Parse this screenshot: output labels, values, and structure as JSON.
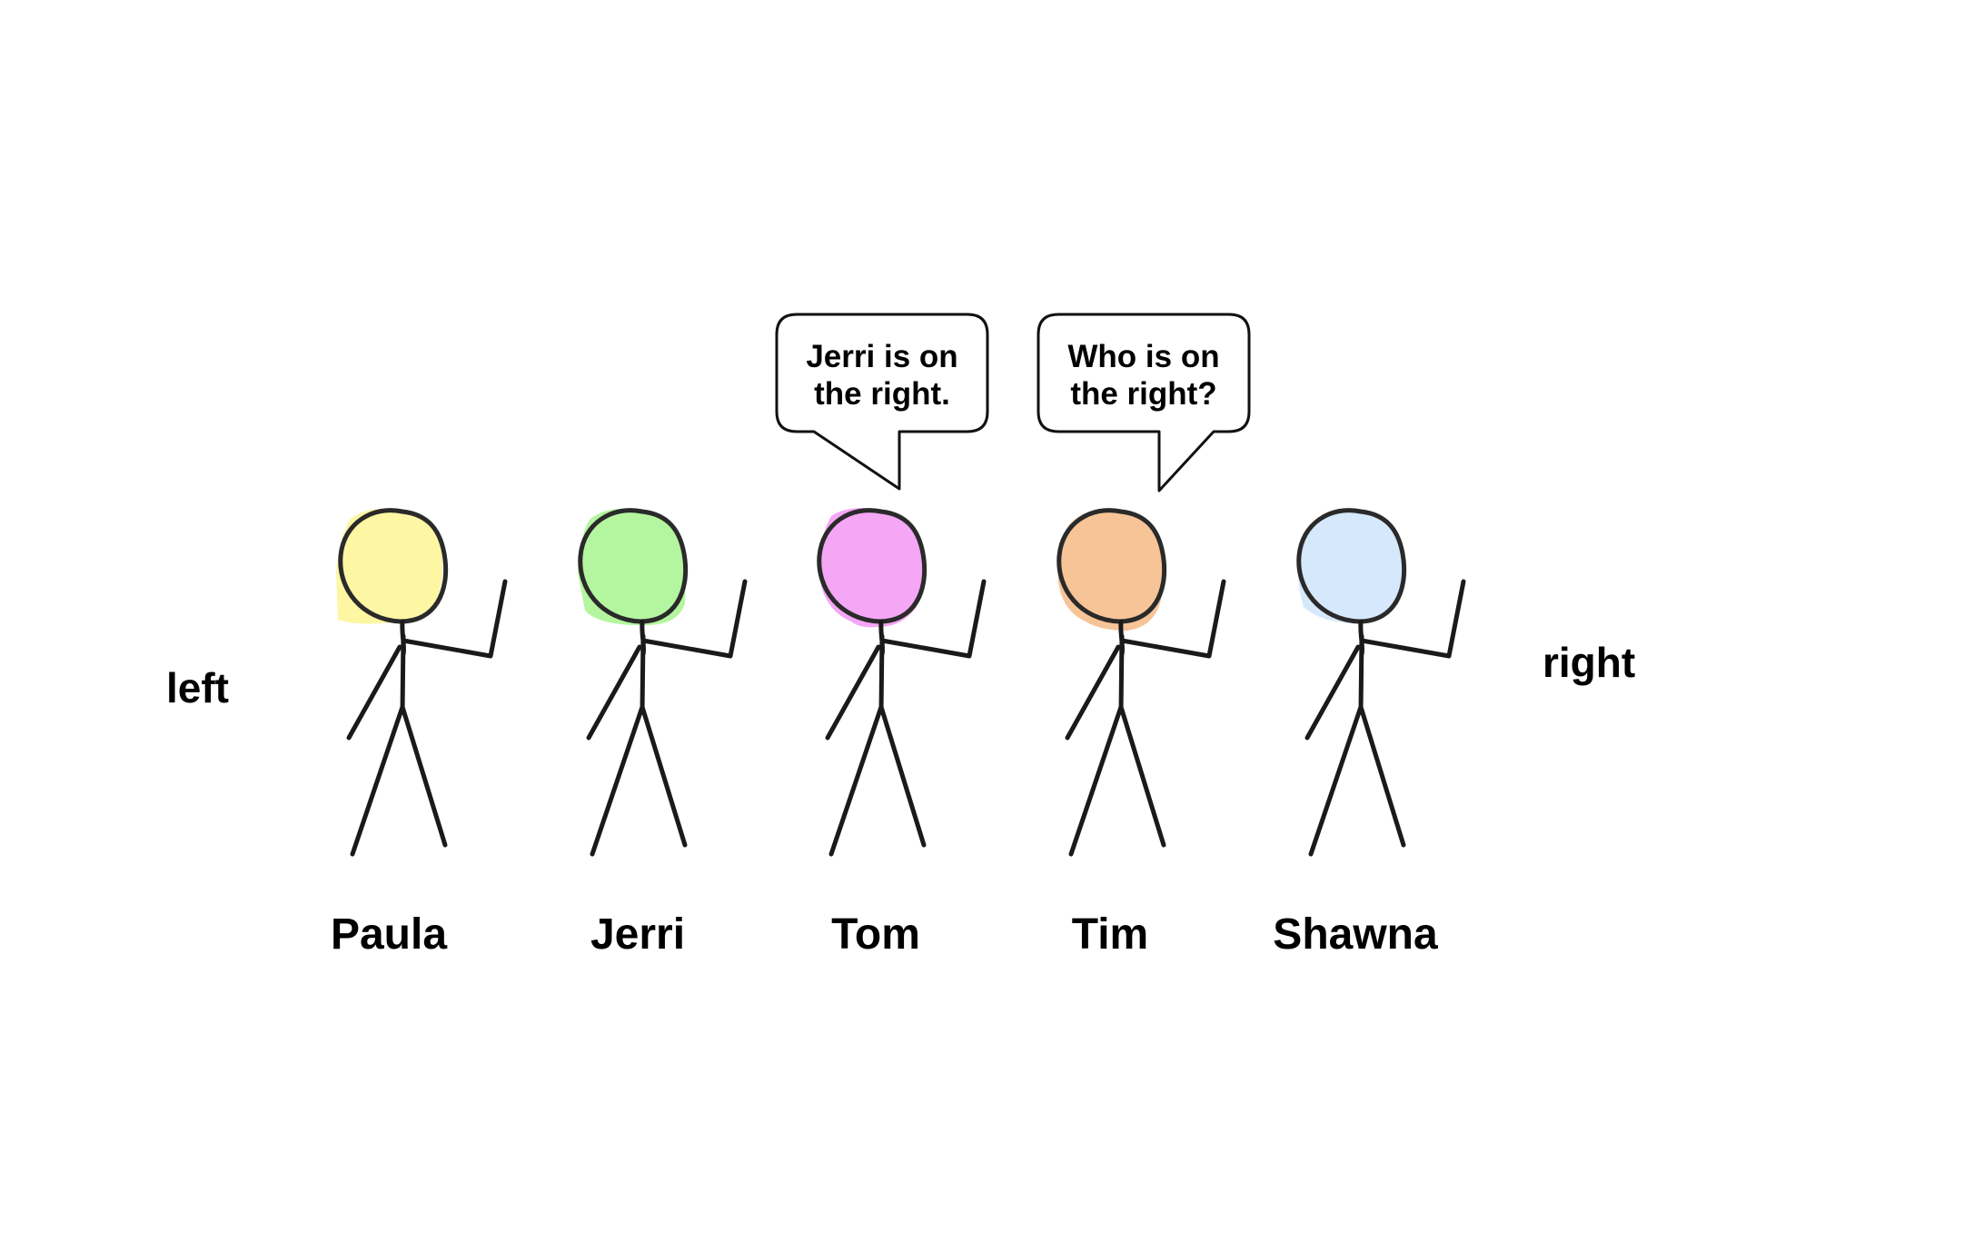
{
  "labels": {
    "left": "left",
    "right": "right"
  },
  "people": [
    {
      "name": "Paula",
      "head_color": "#fdf6a3"
    },
    {
      "name": "Jerri",
      "head_color": "#b4f5a0"
    },
    {
      "name": "Tom",
      "head_color": "#f5a6f5"
    },
    {
      "name": "Tim",
      "head_color": "#f7c498"
    },
    {
      "name": "Shawna",
      "head_color": "#d6e8fb"
    }
  ],
  "speech": [
    {
      "speaker": "Tom",
      "lines": [
        "Jerri is on",
        "the right."
      ]
    },
    {
      "speaker": "Tim",
      "lines": [
        "Who is on",
        "the right?"
      ]
    }
  ]
}
